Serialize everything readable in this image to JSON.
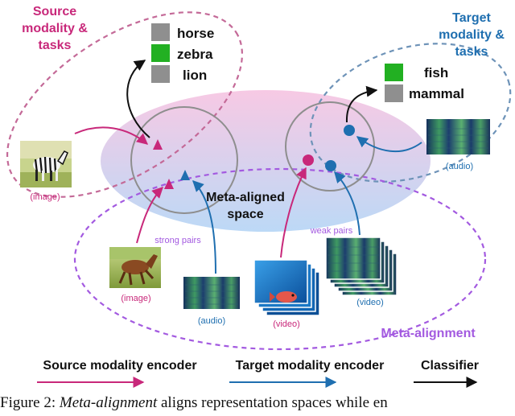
{
  "source": {
    "title_line1": "Source",
    "title_line2": "modality &",
    "title_line3": "tasks",
    "classes": [
      "horse",
      "zebra",
      "lion"
    ],
    "image_label": "(image)"
  },
  "target": {
    "title_line1": "Target",
    "title_line2": "modality &",
    "title_line3": "tasks",
    "classes": [
      "fish",
      "mammal"
    ],
    "audio_label": "(audio)"
  },
  "space": {
    "label_line1": "Meta-aligned",
    "label_line2": "space"
  },
  "pairs": {
    "strong_label": "strong pairs",
    "weak_label": "weak pairs",
    "horse_label": "(image)",
    "audio_label": "(audio)",
    "video_label1": "(video)",
    "video_label2": "(video)"
  },
  "meta_alignment_label": "Meta-alignment",
  "legend": {
    "source_encoder": "Source modality encoder",
    "target_encoder": "Target modality encoder",
    "classifier": "Classifier"
  },
  "caption": {
    "prefix": "Figure 2: ",
    "italic": "Meta-alignment",
    "rest": " aligns representation spaces while en"
  },
  "colors": {
    "source": "#c8287a",
    "target": "#1f6fb0",
    "meta": "#a35ae0",
    "selected": "#22b022",
    "unselected": "#8f8f8f",
    "source_ellipse": "#c46a98",
    "target_ellipse": "#6e93b8"
  }
}
